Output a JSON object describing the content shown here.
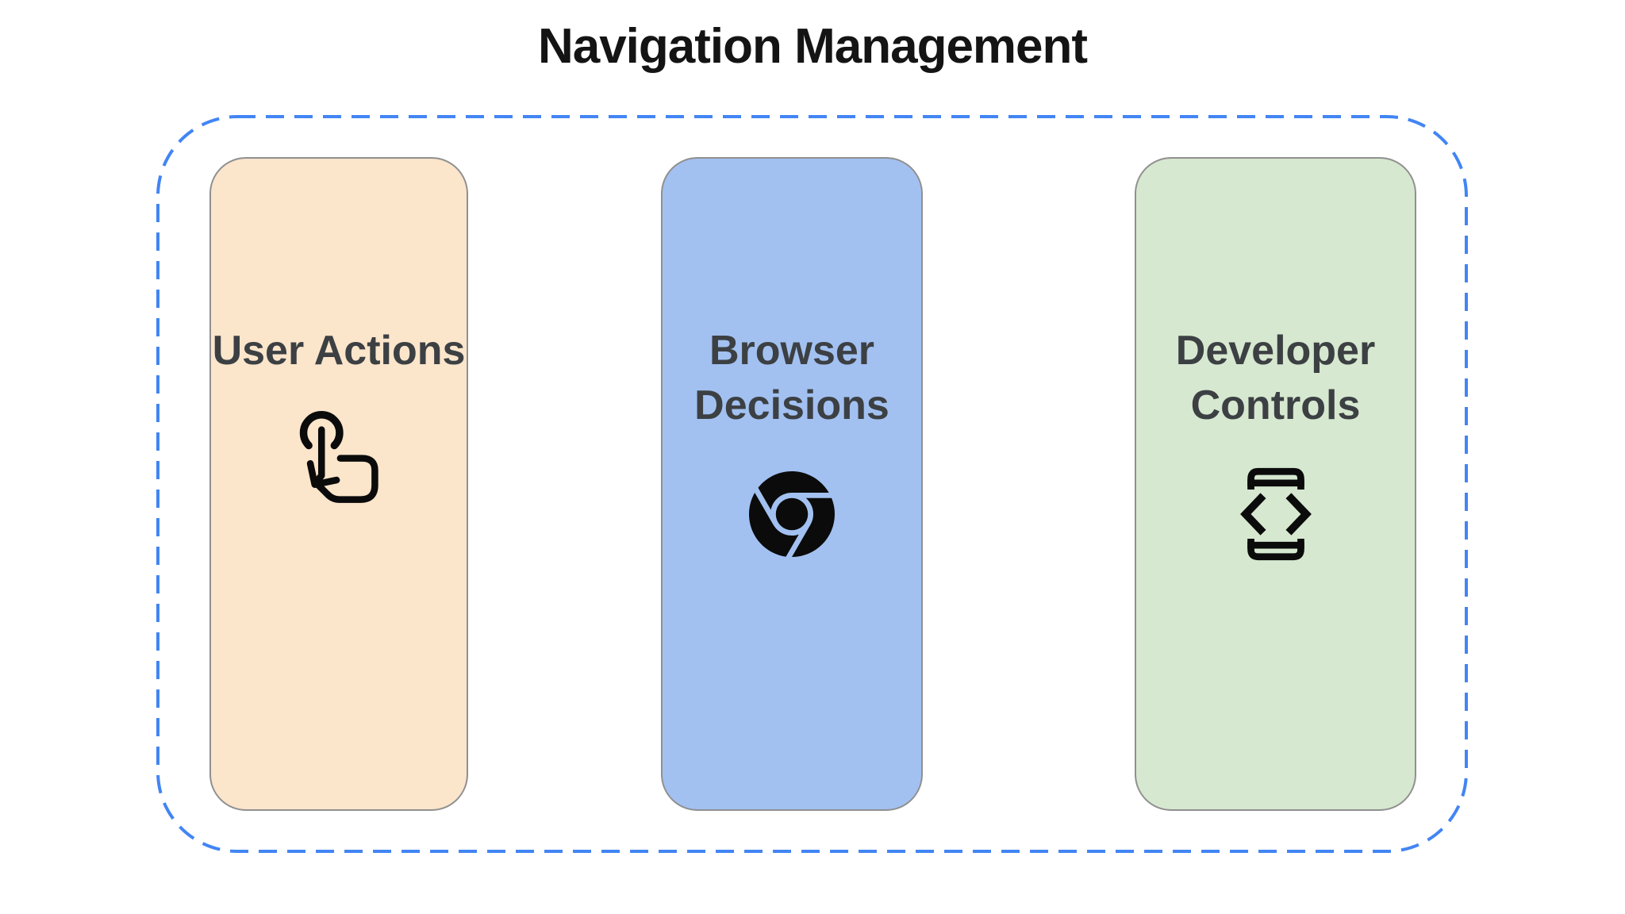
{
  "title": "Navigation Management",
  "boundary": {
    "style": "dashed-rounded-rectangle"
  },
  "cards": [
    {
      "label": "User Actions",
      "icon": "tap-gesture-icon",
      "bg": "#FBE5CB"
    },
    {
      "label": "Browser Decisions",
      "icon": "chrome-browser-icon",
      "bg": "#A2C1F1"
    },
    {
      "label": "Developer Controls",
      "icon": "developer-mode-icon",
      "bg": "#D6E8D0"
    }
  ],
  "colors": {
    "background": "#FFFFFF",
    "boundary": "#4285F4",
    "title_text": "#141414",
    "label_text": "#3C4043",
    "card_border": "#909090",
    "icon": "#0B0B0B"
  }
}
